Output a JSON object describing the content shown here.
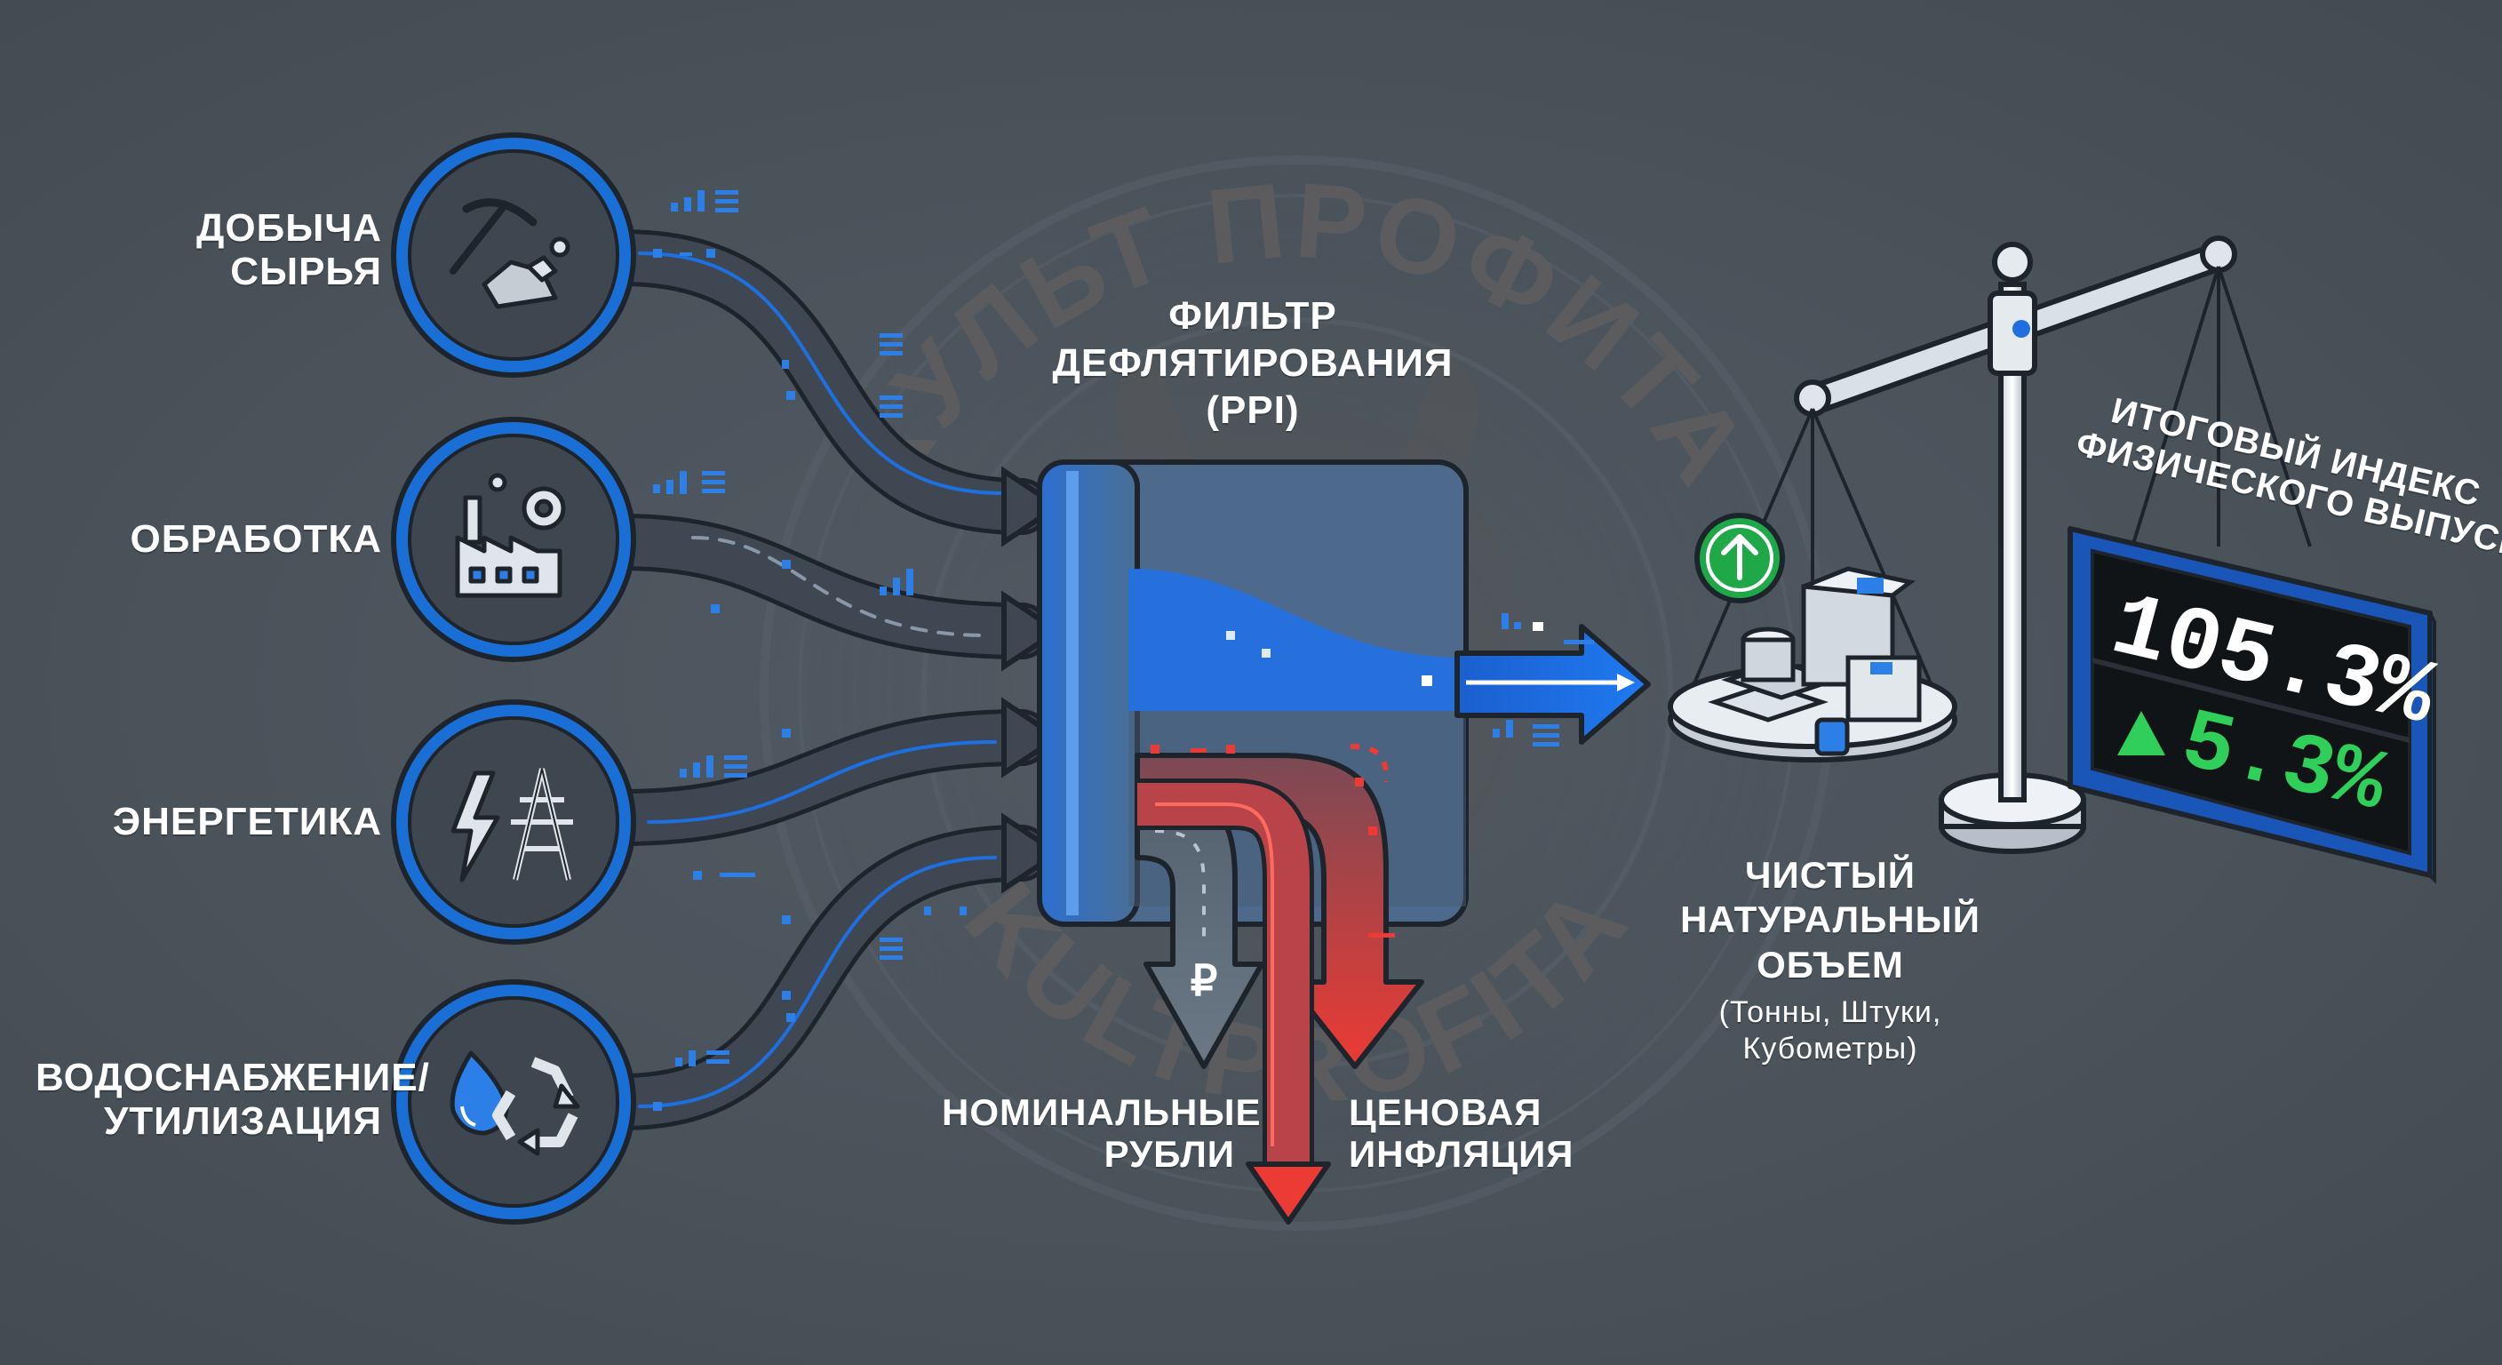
{
  "watermark": {
    "top_text": "КУЛЬТ ПРОФИТА",
    "bottom_text": "KULTPROFITA"
  },
  "sources": [
    {
      "line1": "ДОБЫЧА",
      "line2": "СЫРЬЯ",
      "icon": "pickaxe-ore-icon"
    },
    {
      "line1": "ОБРАБОТКА",
      "line2": "",
      "icon": "factory-gear-icon"
    },
    {
      "line1": "ЭНЕРГЕТИКА",
      "line2": "",
      "icon": "power-tower-icon"
    },
    {
      "line1": "ВОДОСНАБЖЕНИЕ/",
      "line2": "УТИЛИЗАЦИЯ",
      "icon": "water-recycle-icon"
    }
  ],
  "filter": {
    "line1": "ФИЛЬТР",
    "line2": "ДЕФЛЯТИРОВАНИЯ",
    "line3": "(PPI)"
  },
  "outputs": {
    "nominal": {
      "line1": "НОМИНАЛЬНЫЕ",
      "line2": "РУБЛИ",
      "symbol": "₽"
    },
    "inflation": {
      "line1": "ЦЕНОВАЯ",
      "line2": "ИНФЛЯЦИЯ"
    }
  },
  "net_volume": {
    "line1": "ЧИСТЫЙ",
    "line2": "НАТУРАЛЬНЫЙ",
    "line3": "ОБЪЕМ",
    "units1": "(Тонны, Штуки,",
    "units2": "Кубометры)"
  },
  "index": {
    "title1": "ИТОГОВЫЙ ИНДЕКС",
    "title2": "ФИЗИЧЕСКОГО ВЫПУСКА",
    "value": "105.3%",
    "change": "5.3%"
  },
  "colors": {
    "background": "#4a525a",
    "accent_blue": "#1f6fe0",
    "circle_blue": "#1a6fd6",
    "inflation_red": "#e83a36",
    "display_green": "#2fcf5a",
    "white": "#ffffff"
  }
}
